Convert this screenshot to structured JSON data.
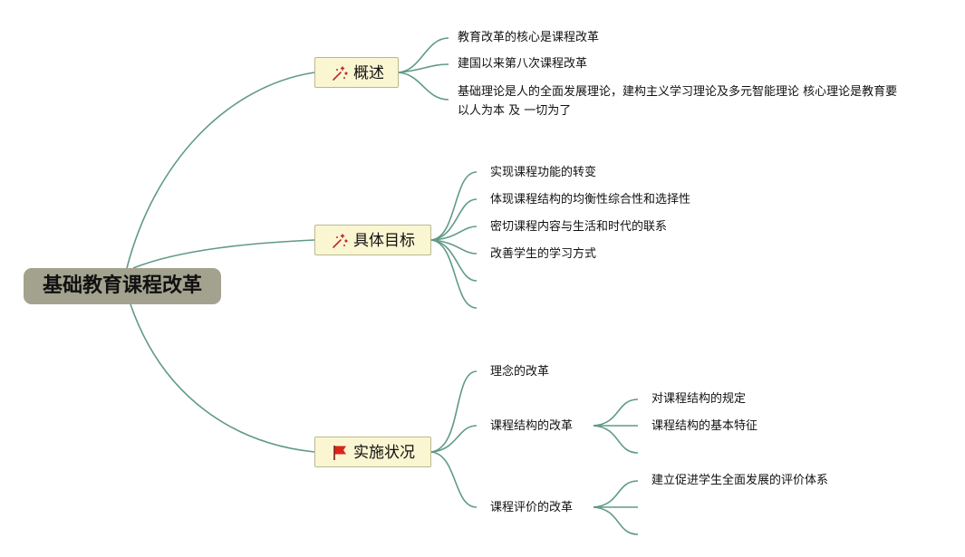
{
  "root": "基础教育课程改革",
  "branches": [
    {
      "title": "概述",
      "icon": "sparkle-icon",
      "children": [
        "教育改革的核心是课程改革",
        "建国以来第八次课程改革",
        "基础理论是人的全面发展理论，建构主义学习理论及多元智能理论 核心理论是教育要 以人为本 及 一切为了"
      ]
    },
    {
      "title": "具体目标",
      "icon": "sparkle-icon",
      "children": [
        "实现课程功能的转变",
        "体现课程结构的均衡性综合性和选择性",
        "密切课程内容与生活和时代的联系",
        "改善学生的学习方式",
        "",
        ""
      ]
    },
    {
      "title": "实施状况",
      "icon": "red-flag-icon",
      "children": [
        {
          "label": "理念的改革",
          "children": []
        },
        {
          "label": "课程结构的改革",
          "children": [
            "对课程结构的规定",
            "课程结构的基本特征",
            ""
          ]
        },
        {
          "label": "课程评价的改革",
          "children": [
            "建立促进学生全面发展的评价体系",
            "",
            ""
          ]
        }
      ]
    }
  ],
  "colors": {
    "line": "#5f9a86",
    "root_bg": "#a3a28e",
    "topic_bg": "#fbf6d2",
    "flag": "#d9251d",
    "sparkle": "#c0262f"
  }
}
